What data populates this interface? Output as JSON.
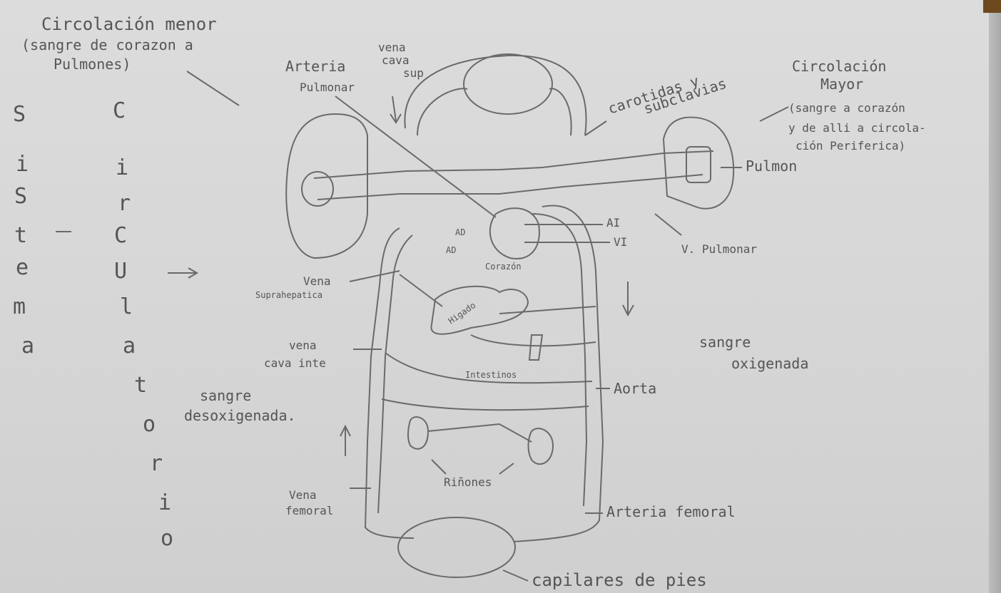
{
  "title_left": [
    "Circolación menor",
    "(sangre de corazon a",
    "Pulmones)"
  ],
  "title_right": [
    "Circolación",
    "Mayor",
    "(sangre a corazón",
    "y de alli a circola-",
    "ción Periferica)"
  ],
  "vertical_left": [
    "S",
    "i",
    "S",
    "t",
    "e",
    "m",
    "a"
  ],
  "vertical_right": [
    "C",
    "i",
    "r",
    "C",
    "U",
    "l",
    "a",
    "t",
    "o",
    "r",
    "i",
    "o"
  ],
  "labels": {
    "arteria_pulmonar": [
      "Arteria",
      "Pulmonar"
    ],
    "vena_cava_sup": [
      "vena",
      "cava",
      "sup"
    ],
    "carotidas": [
      "carotidas y",
      "subclavias"
    ],
    "pulmon": "Pulmon",
    "ad1": "AD",
    "ad2": "AD",
    "ai": "AI",
    "vi": "VI",
    "corazon": "Corazón",
    "v_pulmonar": "V. Pulmonar",
    "vena_suprahepatica": [
      "Vena",
      "Suprahepatica"
    ],
    "higado": "Higado",
    "vena_cava_inf": [
      "vena",
      "cava inte"
    ],
    "intestinos": "Intestinos",
    "aorta": "Aorta",
    "sangre_oxigenada": [
      "sangre",
      "oxigenada"
    ],
    "sangre_desoxigenada": [
      "sangre",
      "desoxigenada."
    ],
    "rinones": "Riñones",
    "vena_femoral": [
      "Vena",
      "femoral"
    ],
    "arteria_femoral": "Arteria femoral",
    "capilares_pies": "capilares de pies"
  }
}
